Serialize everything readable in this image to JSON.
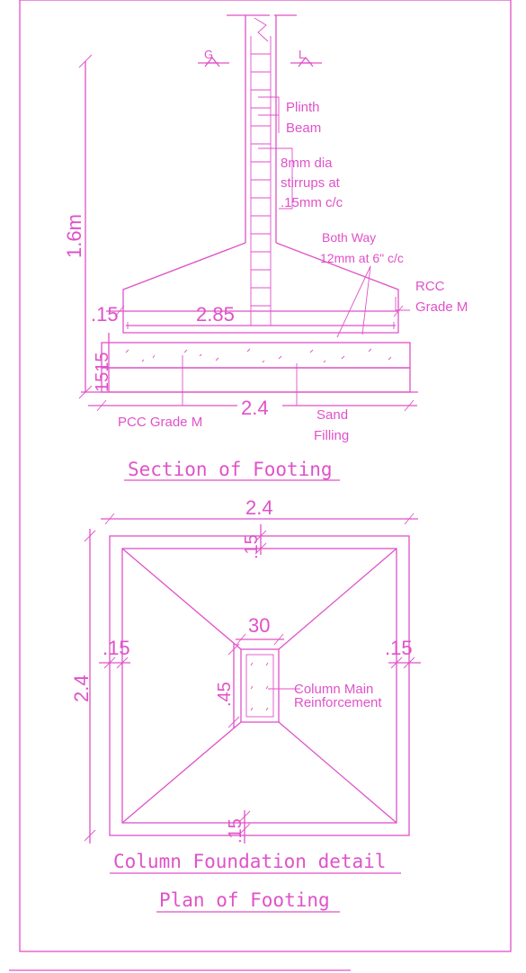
{
  "colors": {
    "line": "#e052c8",
    "background": "#ffffff"
  },
  "section": {
    "label_g": "G",
    "label_l": "L",
    "plinth_beam_1": "Plinth",
    "plinth_beam_2": "Beam",
    "stirrups_1": "8mm dia",
    "stirrups_2": "stirrups  at",
    "stirrups_3": ".15mm c/c",
    "both_way_1": "Both Way",
    "both_way_2": "12mm at 6\" c/c",
    "rcc_1": "RCC",
    "rcc_2": "Grade M",
    "dim_height": "1.6m",
    "dim_015": ".15",
    "dim_285": "2.85",
    "dim_layers": "1515",
    "dim_24": "2.4",
    "pcc": "PCC Grade M",
    "sand_1": "Sand",
    "sand_2": "Filling",
    "title": "Section of Footing"
  },
  "plan": {
    "dim_top": "2.4",
    "dim_top_offset": ".15",
    "dim_left_offset": ".15",
    "dim_right_offset": ".15",
    "dim_left": "2.4",
    "dim_col_w": "30",
    "dim_col_h": ".45",
    "col_main_1": "Column Main",
    "col_main_2": "Reinforcement",
    "dim_bottom_offset": ".15",
    "title_1": "Column Foundation detail",
    "title_2": "Plan of Footing"
  }
}
